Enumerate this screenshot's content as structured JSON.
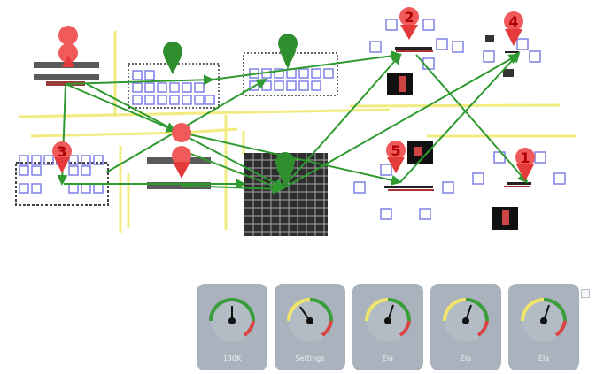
{
  "pins": {
    "p1": "1",
    "p2": "2",
    "p3": "3",
    "p4": "4",
    "p5": "5"
  },
  "gauges": [
    {
      "label": "130K",
      "value": 0.5,
      "mode": "white"
    },
    {
      "label": "Settings",
      "value": 0.46,
      "mode": "yellow"
    },
    {
      "label": "Ela",
      "value": 0.6,
      "mode": "yellow"
    },
    {
      "label": "Ela",
      "value": 0.6,
      "mode": "yellow"
    },
    {
      "label": "Ela",
      "value": 0.6,
      "mode": "yellow"
    }
  ],
  "colors": {
    "route_line": "#2f9a2f",
    "yellow_lane": "#f0ec80",
    "pin_red": "#f05a5a",
    "pin_red_dark": "#e43a3a",
    "pin_green": "#2f8f2f",
    "chair_blue": "#7e80e6",
    "gauge_card": "#a9b2bd"
  }
}
